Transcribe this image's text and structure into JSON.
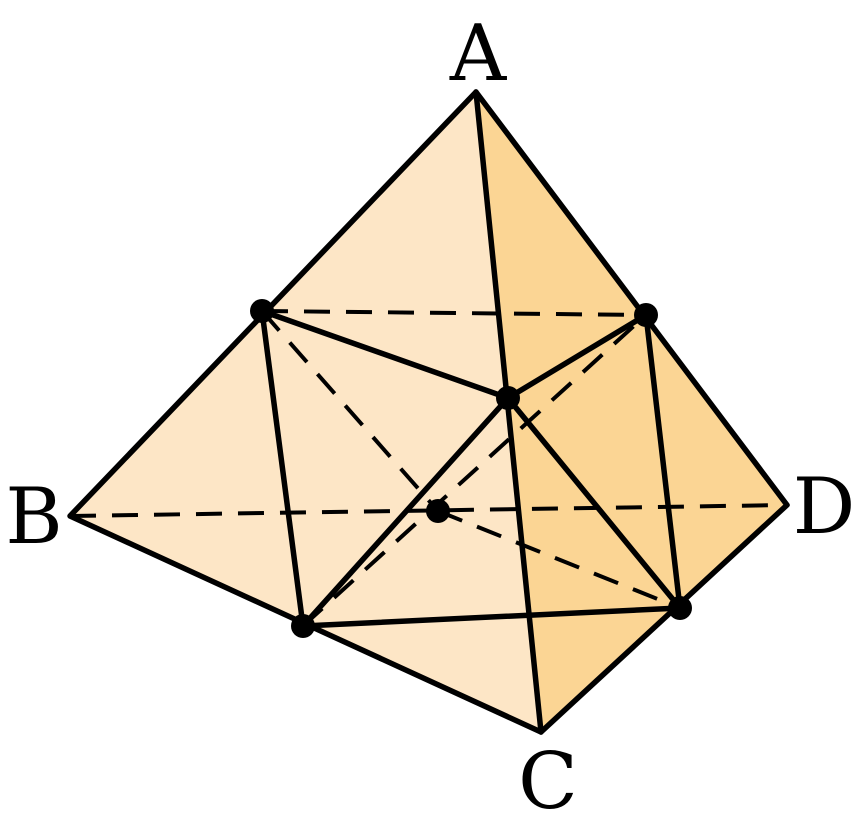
{
  "diagram": {
    "vertex_labels": {
      "A": "A",
      "B": "B",
      "C": "C",
      "D": "D"
    },
    "colors": {
      "left_face": "#fde6c6",
      "right_face": "#fbd594",
      "stroke": "#000000",
      "background": "#ffffff"
    }
  }
}
